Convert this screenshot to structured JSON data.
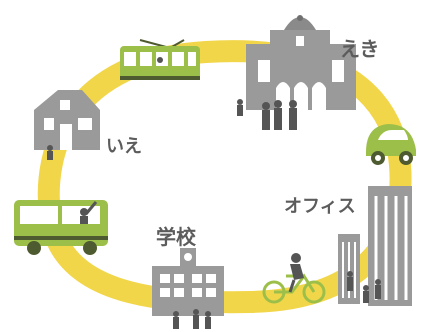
{
  "labels": {
    "station": "えき",
    "home": "いえ",
    "school": "学校",
    "office": "オフィス"
  },
  "colors": {
    "loop": "#f2d64a",
    "building": "#9a9a9a",
    "building_dark": "#6f6f6f",
    "vehicle_green": "#9cbf4a",
    "vehicle_dark": "#4e5a2f",
    "people": "#555555"
  }
}
